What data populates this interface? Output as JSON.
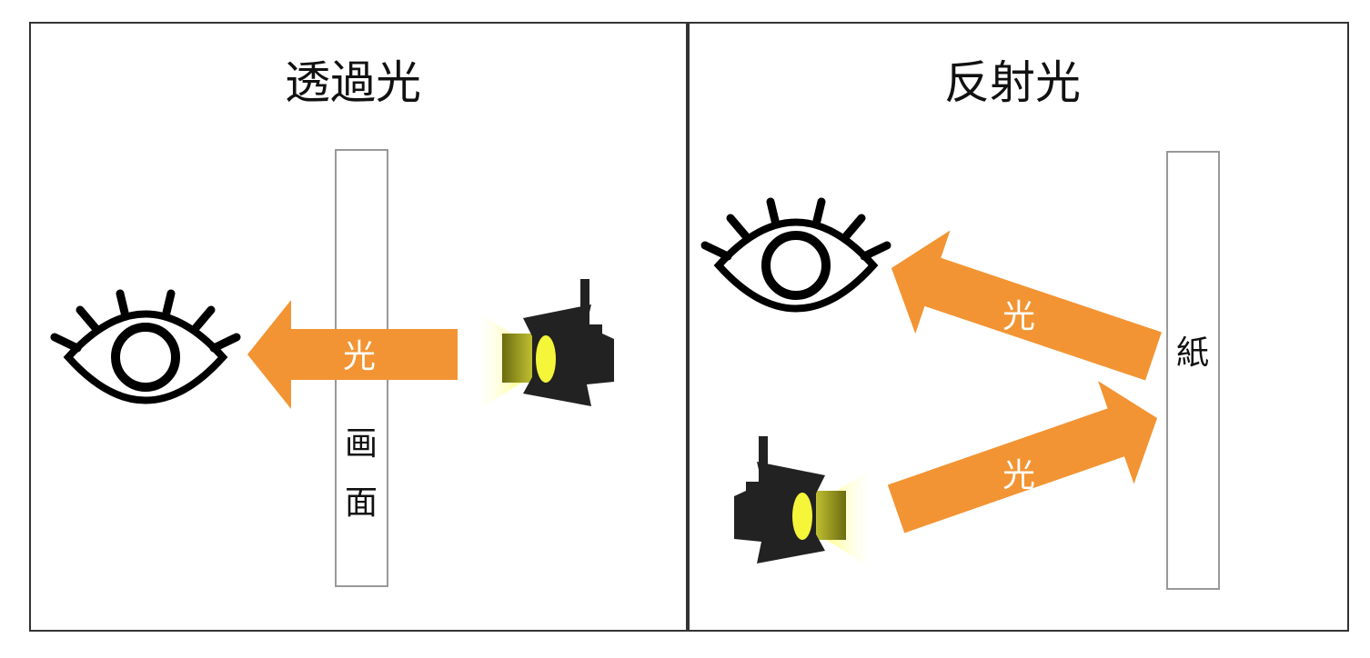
{
  "panels": [
    {
      "title": "透過光",
      "arrow_label": "光",
      "screen_label_1": "画",
      "screen_label_2": "面"
    },
    {
      "title": "反射光",
      "arrow_label_upper": "光",
      "arrow_label_lower": "光",
      "paper_label": "紙"
    }
  ],
  "colors": {
    "arrow": "#f29433",
    "border": "#333333",
    "screen_border": "#999999"
  }
}
